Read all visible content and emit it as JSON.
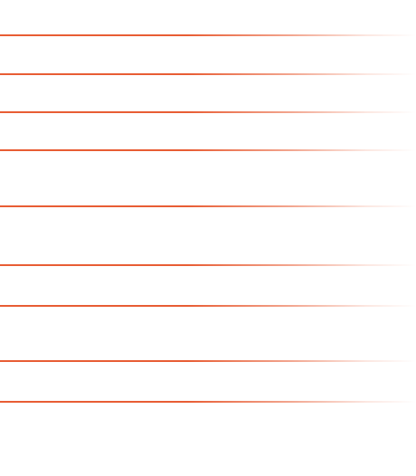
{
  "theme": {
    "background": "#ffffff",
    "accent": "#e85d34"
  },
  "lines": [
    {
      "name": "line-1"
    },
    {
      "name": "line-2"
    },
    {
      "name": "line-3"
    },
    {
      "name": "line-4"
    },
    {
      "name": "line-5"
    },
    {
      "name": "line-6"
    },
    {
      "name": "line-7"
    },
    {
      "name": "line-8"
    },
    {
      "name": "line-9"
    }
  ]
}
